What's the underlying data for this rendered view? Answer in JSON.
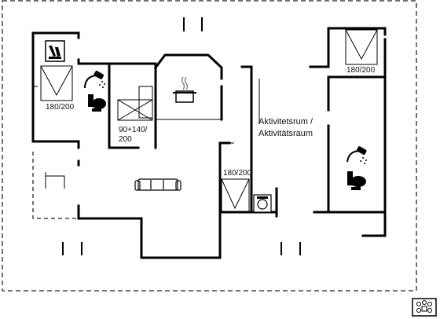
{
  "labels": {
    "bed_left": "180/200",
    "bed_right": "180/200",
    "bunk_line1": "90+140/",
    "bunk_line2": "200",
    "bed_middle": "180/200",
    "room_line1": "Aktivitetsrum /",
    "room_line2": "Aktivitätsraum"
  },
  "icons": {
    "top_left": "tv-icon",
    "shower_left": "shower-icon",
    "toilet_left": "toilet-icon",
    "kitchen": "cooking-pot-icon",
    "sofa": "sofa-icon",
    "middle_small": "washing-machine-icon",
    "shower_right": "shower-icon",
    "toilet_right": "toilet-icon",
    "bottom_right": "game-table-icon"
  },
  "colors": {
    "wall": "#000000",
    "dashed_outline": "#444444"
  }
}
